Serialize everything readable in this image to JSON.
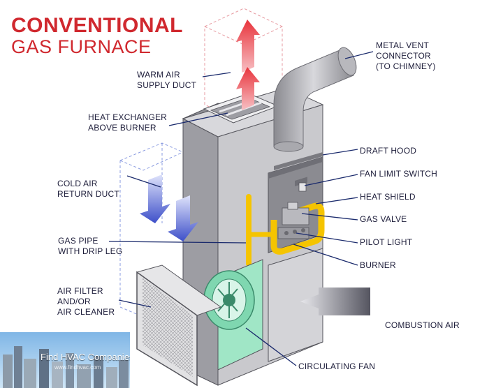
{
  "title": {
    "line1": "CONVENTIONAL",
    "line2": "GAS FURNACE"
  },
  "labels": {
    "warm_air": "WARM AIR\nSUPPLY DUCT",
    "heat_exchanger": "HEAT EXCHANGER\nABOVE BURNER",
    "cold_air": "COLD AIR\nRETURN DUCT",
    "gas_pipe": "GAS PIPE\nWITH DRIP LEG",
    "air_filter": "AIR FILTER\nAND/OR\nAIR CLEANER",
    "metal_vent": "METAL VENT\nCONNECTOR\n(TO CHIMNEY)",
    "draft_hood": "DRAFT HOOD",
    "fan_limit": "FAN LIMIT SWITCH",
    "heat_shield": "HEAT SHIELD",
    "gas_valve": "GAS VALVE",
    "pilot_light": "PILOT LIGHT",
    "burner": "BURNER",
    "combustion_air": "COMBUSTION AIR",
    "circulating_fan": "CIRCULATING FAN"
  },
  "watermark": {
    "text": "Find HVAC Companies",
    "sub": "www.findhvac.com"
  },
  "colors": {
    "title": "#d0282e",
    "leader": "#1a2a6c",
    "cabinet": "#a8a8ac",
    "pipe_yellow": "#f5c400",
    "arrow_red": "#e8343c",
    "arrow_blue": "#3d4fc9"
  }
}
